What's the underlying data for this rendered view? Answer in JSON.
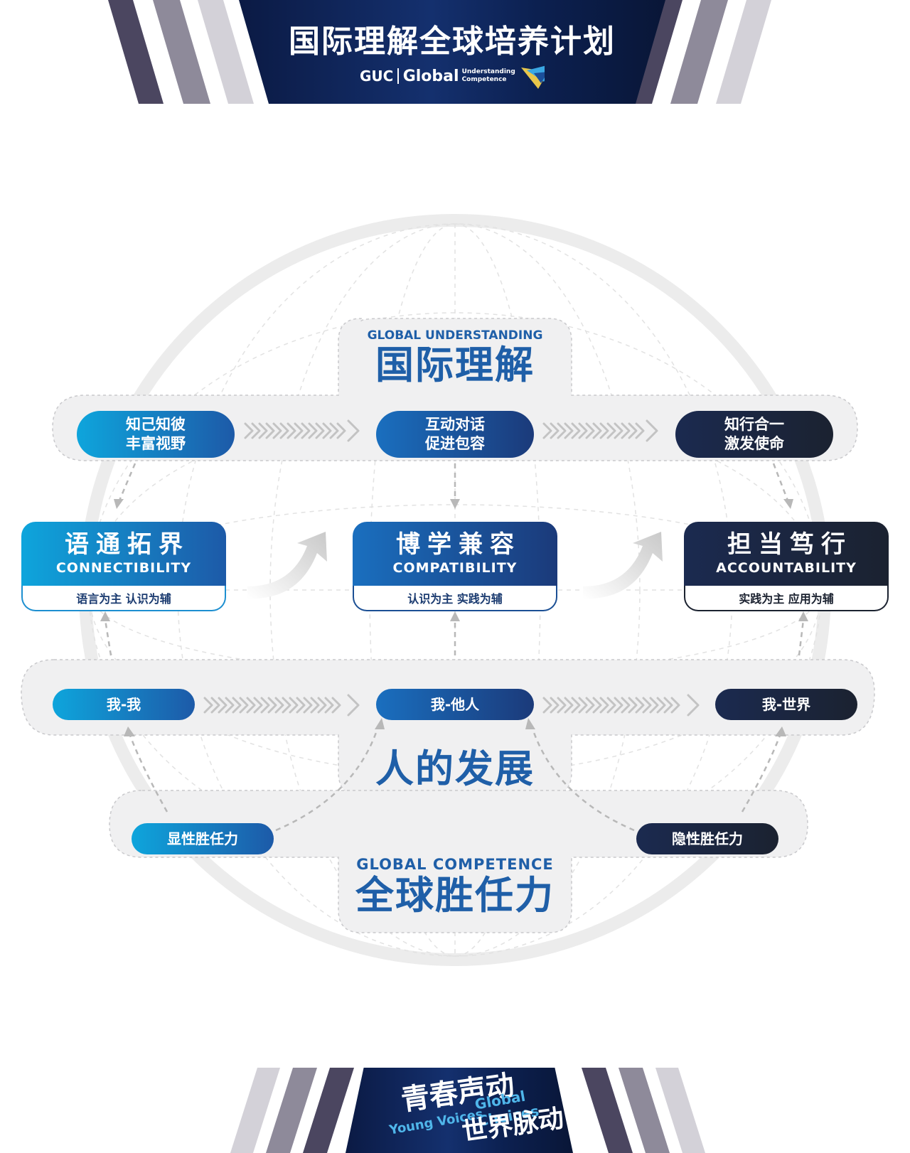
{
  "header": {
    "title": "国际理解全球培养计划",
    "logo_guc": "GUC",
    "logo_global": "Global",
    "logo_small_1": "Understanding",
    "logo_small_2": "Competence"
  },
  "global_understanding": {
    "en": "GLOBAL UNDERSTANDING",
    "cn": "国际理解"
  },
  "top_row": [
    {
      "line1": "知己知彼",
      "line2": "丰富视野"
    },
    {
      "line1": "互动对话",
      "line2": "促进包容"
    },
    {
      "line1": "知行合一",
      "line2": "激发使命"
    }
  ],
  "cards": [
    {
      "cn": "语通拓界",
      "en": "CONNECTIBILITY",
      "sub": "语言为主 认识为辅"
    },
    {
      "cn": "博学兼容",
      "en": "COMPATIBILITY",
      "sub": "认识为主 实践为辅"
    },
    {
      "cn": "担当笃行",
      "en": "ACCOUNTABILITY",
      "sub": "实践为主 应用为辅"
    }
  ],
  "relation_row": [
    "我-我",
    "我-他人",
    "我-世界"
  ],
  "human_development": "人的发展",
  "competence_row": [
    "显性胜任力",
    "隐性胜任力"
  ],
  "global_competence": {
    "en": "GLOBAL COMPETENCE",
    "cn": "全球胜任力"
  },
  "footer": {
    "cn1": "青春声动",
    "cn2": "世界脉动",
    "en1": "Global Choices",
    "en2": "Young Voices"
  },
  "colors": {
    "cyan": "#0ea5dc",
    "blue": "#1d5aa8",
    "navy": "#1b2a50",
    "dark": "#1b2230",
    "title_blue": "#1f5fa8"
  }
}
